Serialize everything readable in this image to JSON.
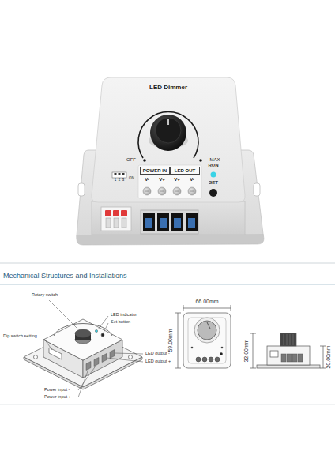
{
  "diagram": {
    "title": "Mechanical Structures and Installations",
    "nodes": [
      {
        "text": [
          "POWER IN"
        ]
      },
      {
        "text": [
          "LED OUT"
        ]
      }
    ],
    "labels": [
      "LED Dimmer",
      "OFF",
      "MAX",
      "V-",
      "V+",
      "V+",
      "V-",
      "RUN",
      "SET",
      "1",
      "2",
      "3",
      "ON",
      "Rotary switch",
      "LED indicator",
      "Set button",
      "Dip switch setting",
      "LED output -",
      "LED output +",
      "Power input -",
      "Power input +",
      "66.00mm",
      "59.00mm",
      "32.00mm",
      "20.00mm"
    ]
  }
}
